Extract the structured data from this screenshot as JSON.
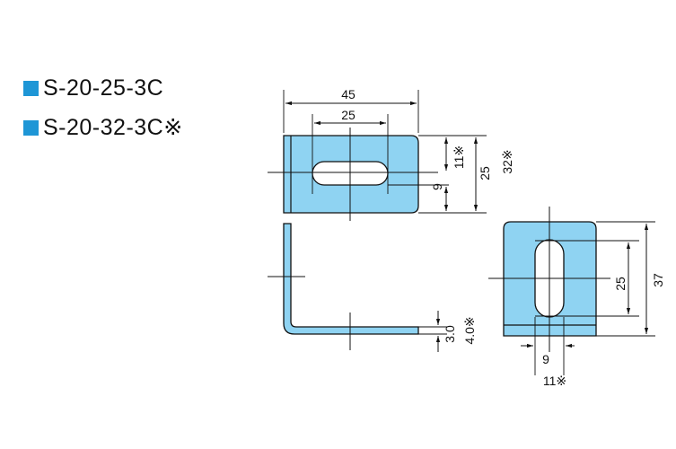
{
  "legend": [
    {
      "label": "S-20-25-3C"
    },
    {
      "label": "S-20-32-3C※"
    }
  ],
  "colors": {
    "part_fill": "#8fd3f2",
    "legend_square": "#1e96d6",
    "line": "#111111"
  },
  "dimensions": {
    "top_width": "45",
    "slot_pitch": "25",
    "slot_offset": "11※",
    "height_25": "25",
    "height_32": "32※",
    "slot_width": "9",
    "thickness_a": "3.0",
    "thickness_b": "4.0※",
    "side_slot": "25",
    "side_height": "37",
    "side_slot_width": "9",
    "side_slot_offset": "11※"
  }
}
